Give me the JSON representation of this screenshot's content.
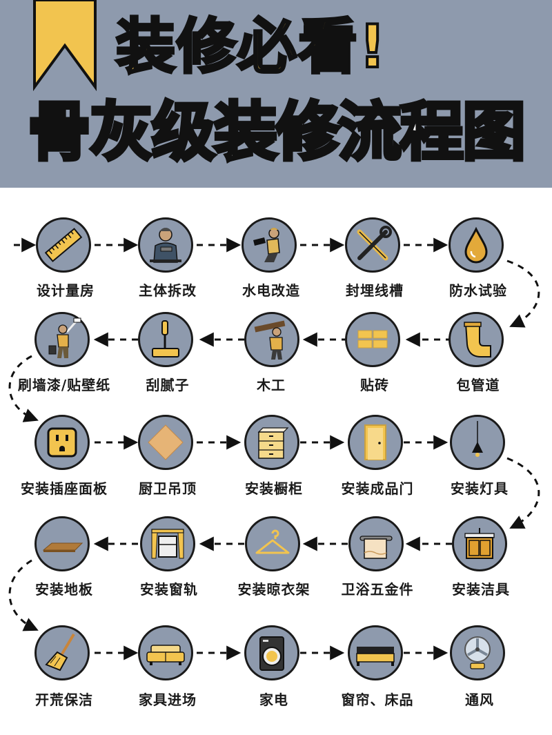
{
  "header": {
    "title_line1": "装修必看!",
    "title_line2": "骨灰级装修流程图",
    "bg_color": "#8e9aad",
    "accent_color": "#f2c44f"
  },
  "steps": [
    {
      "label": "设计量房",
      "icon": "ruler-icon"
    },
    {
      "label": "主体拆改",
      "icon": "worker-drilling-icon"
    },
    {
      "label": "水电改造",
      "icon": "electrician-kneeling-icon"
    },
    {
      "label": "封埋线槽",
      "icon": "tools-icon"
    },
    {
      "label": "防水试验",
      "icon": "water-drop-icon"
    },
    {
      "label": "包管道",
      "icon": "pipe-elbow-icon"
    },
    {
      "label": "贴砖",
      "icon": "tiles-icon"
    },
    {
      "label": "木工",
      "icon": "carpenter-icon"
    },
    {
      "label": "刮腻子",
      "icon": "paint-roller-icon"
    },
    {
      "label": "刷墙漆/贴壁纸",
      "icon": "painter-icon"
    },
    {
      "label": "安装插座面板",
      "icon": "socket-icon"
    },
    {
      "label": "厨卫吊顶",
      "icon": "ceiling-panel-icon"
    },
    {
      "label": "安装橱柜",
      "icon": "cabinet-icon"
    },
    {
      "label": "安装成品门",
      "icon": "door-icon"
    },
    {
      "label": "安装灯具",
      "icon": "pendant-lamp-icon"
    },
    {
      "label": "安装洁具",
      "icon": "vanity-sink-icon"
    },
    {
      "label": "卫浴五金件",
      "icon": "towel-rack-icon"
    },
    {
      "label": "安装晾衣架",
      "icon": "hanger-icon"
    },
    {
      "label": "安装窗轨",
      "icon": "window-curtain-icon"
    },
    {
      "label": "安装地板",
      "icon": "floor-plank-icon"
    },
    {
      "label": "开荒保洁",
      "icon": "broom-icon"
    },
    {
      "label": "家具进场",
      "icon": "sofa-icon"
    },
    {
      "label": "家电",
      "icon": "washing-machine-icon"
    },
    {
      "label": "窗帘、床品",
      "icon": "bed-icon"
    },
    {
      "label": "通风",
      "icon": "fan-icon"
    }
  ]
}
